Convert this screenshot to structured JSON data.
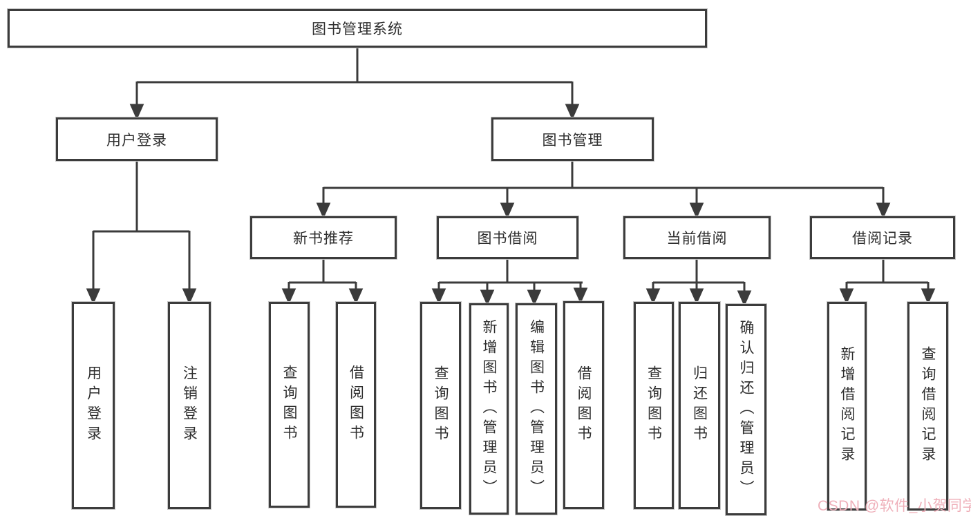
{
  "diagram": {
    "type": "hierarchy-flowchart",
    "tree": {
      "label": "图书管理系统",
      "children": [
        {
          "label": "用户登录",
          "children": [
            {
              "label": "用户登录"
            },
            {
              "label": "注销登录"
            }
          ]
        },
        {
          "label": "图书管理",
          "children": [
            {
              "label": "新书推荐",
              "children": [
                {
                  "label": "查询图书"
                },
                {
                  "label": "借阅图书"
                }
              ]
            },
            {
              "label": "图书借阅",
              "children": [
                {
                  "label": "查询图书"
                },
                {
                  "label": "新增图书（管理员）"
                },
                {
                  "label": "编辑图书（管理员）"
                },
                {
                  "label": "借阅图书"
                }
              ]
            },
            {
              "label": "当前借阅",
              "children": [
                {
                  "label": "查询图书"
                },
                {
                  "label": "归还图书"
                },
                {
                  "label": "确认归还（管理员）"
                }
              ]
            },
            {
              "label": "借阅记录",
              "children": [
                {
                  "label": "新增借阅记录"
                },
                {
                  "label": "查询借阅记录"
                }
              ]
            }
          ]
        }
      ]
    },
    "colors": {
      "line": "#3b3b3b",
      "box_border": "#3c3c3c",
      "box_fill": "#ffffff",
      "text": "#2e2e2e",
      "background": "#ffffff",
      "watermark": "#efb0ba"
    }
  },
  "watermark": {
    "text": "CSDN @软件_小贺同学"
  }
}
